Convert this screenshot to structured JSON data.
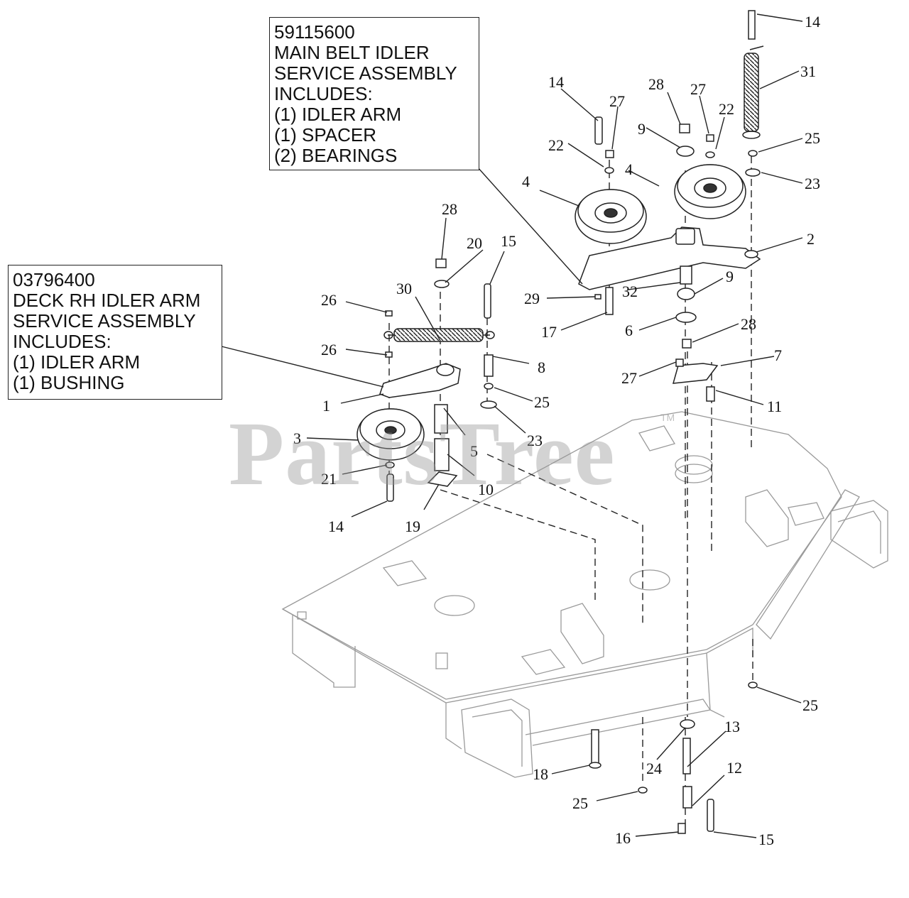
{
  "callouts": {
    "main_belt": {
      "part_number": "59115600",
      "lines": [
        "MAIN BELT IDLER",
        "SERVICE ASSEMBLY",
        "INCLUDES:",
        "(1) IDLER ARM",
        "(1) SPACER",
        "(2) BEARINGS"
      ]
    },
    "deck_rh": {
      "part_number": "03796400",
      "lines": [
        "DECK RH IDLER ARM",
        "SERVICE ASSEMBLY",
        "INCLUDES:",
        "(1) IDLER ARM",
        "(1) BUSHING"
      ]
    }
  },
  "watermark": {
    "text": "PartsTree",
    "tm": "TM"
  },
  "part_labels": [
    "14",
    "31",
    "25",
    "23",
    "28",
    "27",
    "22",
    "9",
    "14",
    "27",
    "22",
    "4",
    "4",
    "2",
    "28",
    "20",
    "15",
    "30",
    "29",
    "32",
    "9",
    "17",
    "6",
    "28",
    "7",
    "26",
    "26",
    "8",
    "27",
    "11",
    "1",
    "25",
    "23",
    "3",
    "5",
    "10",
    "21",
    "14",
    "19",
    "25",
    "13",
    "24",
    "12",
    "18",
    "25",
    "16",
    "15"
  ],
  "colors": {
    "line": "#222222",
    "deck_line": "#9a9a9a",
    "watermark": "#969696"
  }
}
